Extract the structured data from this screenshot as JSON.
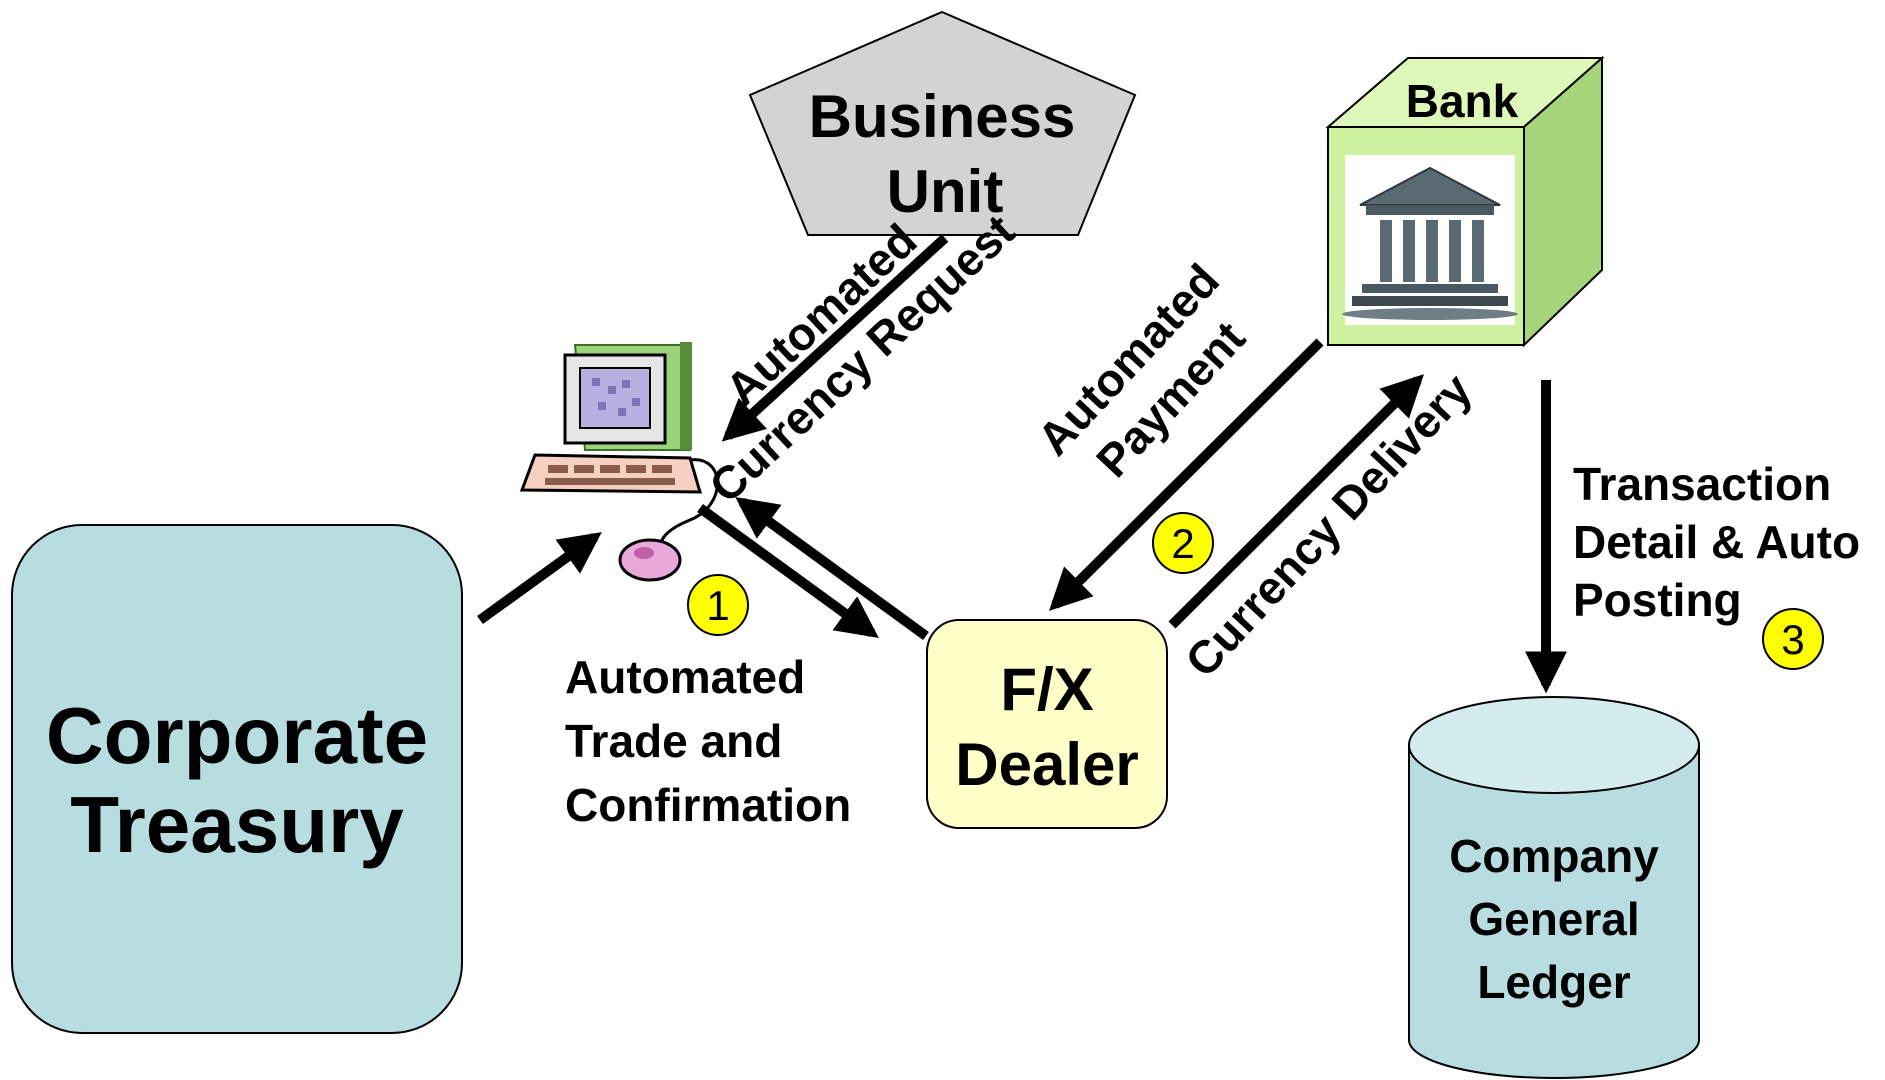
{
  "nodes": {
    "corporate_treasury": {
      "line1": "Corporate",
      "line2": "Treasury"
    },
    "business_unit": {
      "line1": "Business",
      "line2": "Unit"
    },
    "bank": {
      "title": "Bank"
    },
    "fx_dealer": {
      "line1": "F/X",
      "line2": "Dealer"
    },
    "ledger": {
      "line1": "Company",
      "line2": "General",
      "line3": "Ledger"
    }
  },
  "edge_labels": {
    "currency_request": {
      "line1": "Automated",
      "line2": "Currency Request"
    },
    "trade_confirmation": {
      "line1": "Automated",
      "line2": "Trade and",
      "line3": "Confirmation"
    },
    "payment": {
      "line1": "Automated",
      "line2": "Payment"
    },
    "currency_delivery": {
      "text": "Currency Delivery"
    },
    "transaction_detail": {
      "line1": "Transaction",
      "line2": "Detail & Auto",
      "line3": "Posting"
    }
  },
  "badges": [
    {
      "number": "1"
    },
    {
      "number": "2"
    },
    {
      "number": "3"
    }
  ],
  "colors": {
    "treasury_fill": "#b8dde0",
    "business_unit_fill": "#d3d3d3",
    "bank_front": "#ccf2a0",
    "bank_side": "#a6d47a",
    "fx_fill": "#ffffc8",
    "ledger_fill": "#b8dde0",
    "badge_fill": "#ffff00"
  },
  "icons": {
    "computer": "computer-workstation-icon",
    "bank": "bank-building-icon"
  }
}
